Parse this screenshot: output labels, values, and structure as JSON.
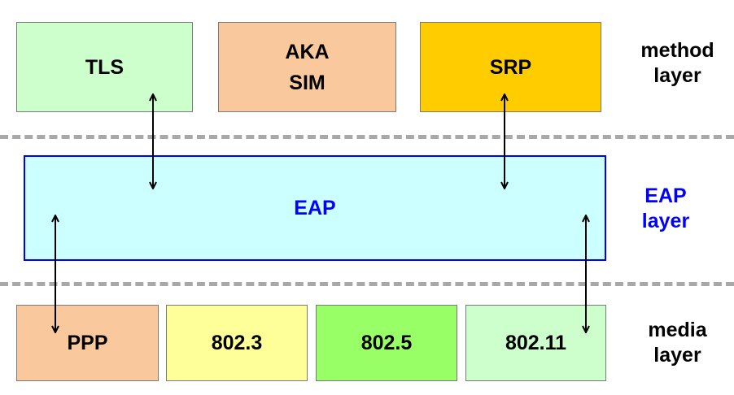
{
  "method_layer": {
    "boxes": [
      {
        "lines": [
          "TLS"
        ],
        "color": "#ccffcc"
      },
      {
        "lines": [
          "AKA",
          "SIM"
        ],
        "color": "#f9c89c"
      },
      {
        "lines": [
          "SRP"
        ],
        "color": "#ffcc00"
      }
    ],
    "label": [
      "method",
      "layer"
    ]
  },
  "eap_layer": {
    "box": {
      "text": "EAP",
      "color": "#ccffff",
      "border": "#0000ff",
      "text_color": "#0000ff"
    },
    "label": [
      "EAP",
      "layer"
    ]
  },
  "media_layer": {
    "boxes": [
      {
        "text": "PPP",
        "color": "#f9c89c"
      },
      {
        "text": "802.3",
        "color": "#ffff99"
      },
      {
        "text": "802.5",
        "color": "#99ff66"
      },
      {
        "text": "802.11",
        "color": "#ccffcc"
      }
    ],
    "label": [
      "media",
      "layer"
    ]
  },
  "colors": {
    "divider": "#a8a8a8",
    "arrow": "#000000"
  }
}
